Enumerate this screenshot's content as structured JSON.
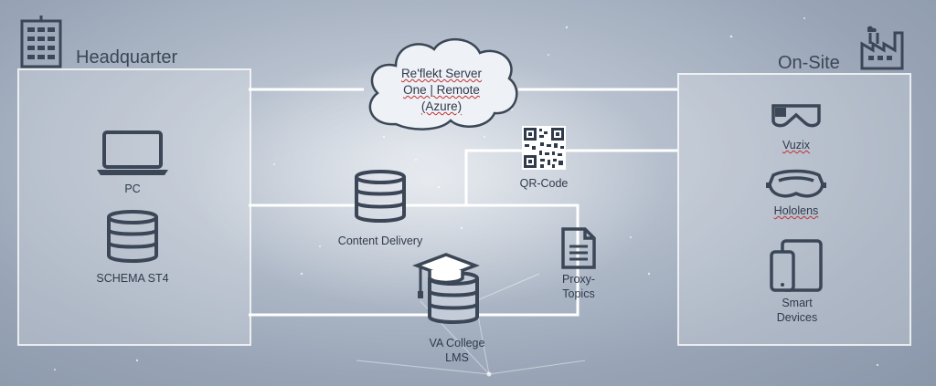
{
  "headquarter": {
    "title": "Headquarter",
    "pc_label": "PC",
    "schema_label": "SCHEMA ST4"
  },
  "onsite": {
    "title": "On-Site",
    "vuzix_label": "Vuzix",
    "hololens_label": "Hololens",
    "smart_devices_line1": "Smart",
    "smart_devices_line2": "Devices"
  },
  "server": {
    "line1": "Re'flekt Server",
    "line2": "One | Remote",
    "line3": "(Azure)"
  },
  "center": {
    "qr_label": "QR-Code",
    "content_delivery_label": "Content Delivery",
    "proxy_line1": "Proxy-",
    "proxy_line2": "Topics",
    "lms_line1": "VA College",
    "lms_line2": "LMS"
  },
  "colors": {
    "icon": "#3b4656",
    "connector": "#ffffff",
    "panel_border": "#ffffff"
  }
}
